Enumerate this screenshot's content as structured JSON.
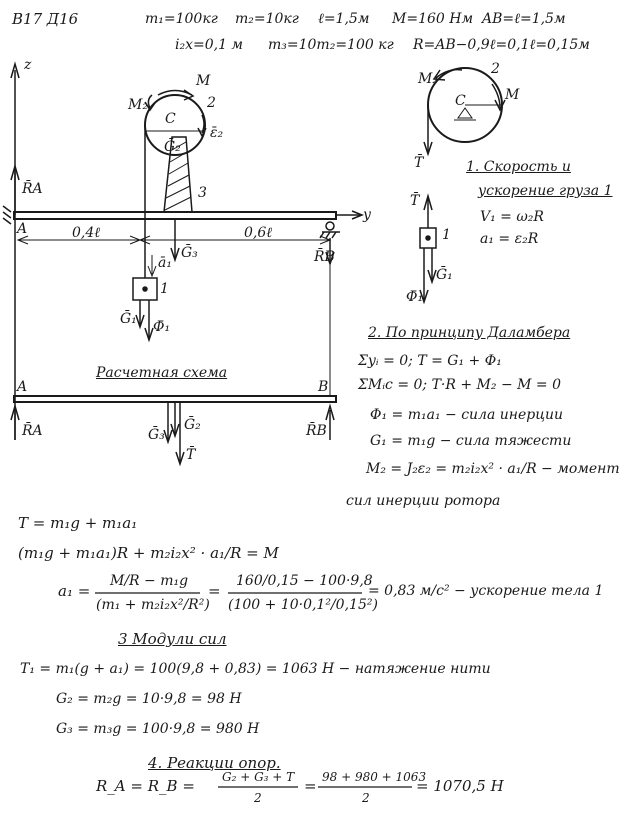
{
  "header": {
    "variant": "В17 Д16",
    "givens_line1": [
      "m₁=100кг",
      "m₂=10кг",
      "ℓ=1,5м",
      "M=160 Нм",
      "AB=ℓ=1,5м"
    ],
    "givens_line2": [
      "i₂x=0,1 м",
      "m₃=10m₂=100 кг",
      "R=AB−0,9ℓ=0,1ℓ=0,15м"
    ]
  },
  "scheme": {
    "axis_z": "z",
    "axis_y": "y",
    "point_A": "A",
    "point_B": "B",
    "point_C": "C",
    "force_RA": "R̄A",
    "force_RB": "R̄B",
    "moment_M": "M",
    "moment_M2": "M₂",
    "eps2": "ε̄₂",
    "g2": "Ḡ₂",
    "g3": "Ḡ₃",
    "g1": "Ḡ₁",
    "phi1": "Φ̄₁",
    "a1": "ā₁",
    "body1": "1",
    "body2": "2",
    "body3": "3",
    "dim_left": "0,4ℓ",
    "dim_right": "0,6ℓ",
    "caption": "Расчетная схема",
    "lower_A": "A",
    "lower_B": "B",
    "lower_RA": "R̄A",
    "lower_RB": "R̄B",
    "lower_G3": "Ḡ₃",
    "lower_G2": "Ḡ₂",
    "lower_T": "T̄"
  },
  "side": {
    "m2": "M₂",
    "num2": "2",
    "M": "M",
    "C": "C",
    "T": "T̄",
    "T2": "T̄",
    "body1": "1",
    "G1": "Ḡ₁",
    "Phi1": "Φ̄₁"
  },
  "steps": {
    "s1_title_l1": "1. Скорость и",
    "s1_title_l2": "ускорение груза 1",
    "s1_v": "V₁ = ω₂R",
    "s1_a": "a₁ = ε₂R",
    "s2_title": "2.  По принципу Даламбера",
    "s2_eq1": "Σyᵢ = 0;  T = G₁ + Φ₁",
    "s2_eq2": "ΣMᵢc = 0;  T·R + M₂ − M = 0",
    "s2_phi": "Φ₁ = m₁a₁  − сила инерции",
    "s2_g": "G₁ = m₁g  − сила тяжести",
    "s2_m2": "M₂ = J₂ε₂ = m₂i₂x² · a₁/R  − момент",
    "s2_m2_tail": "сил инерции ротора"
  },
  "calc": {
    "T_eq": "T = m₁g + m₁a₁",
    "bal_eq": "(m₁g + m₁a₁)R + m₂i₂x² · a₁/R = M",
    "a1_label": "a₁ =",
    "a1_num": "M/R − m₁g",
    "a1_den": "(m₁ + m₂i₂x²/R²)",
    "eq": "=",
    "a1_num2": "160/0,15 − 100·9,8",
    "a1_den2": "(100 + 10·0,1²/0,15²)",
    "a1_res": "= 0,83 м/с²  − ускорение тела 1",
    "s3_title": "3      Модули сил",
    "t1": "T₁ = m₁(g + a₁) = 100(9,8 + 0,83) = 1063 Н   − натяжение нити",
    "g2": "G₂ = m₂g = 10·9,8 = 98  Н",
    "g3": "G₃ = m₃g = 100·9,8 = 980 Н",
    "s4_title": "4.    Реакции опор.",
    "ra_lhs": "R_A = R_B =",
    "ra_num": "G₂ + G₃ + T",
    "ra_den": "2",
    "ra_num2": "98 + 980 + 1063",
    "ra_den2": "2",
    "ra_res": "= 1070,5 Н"
  }
}
